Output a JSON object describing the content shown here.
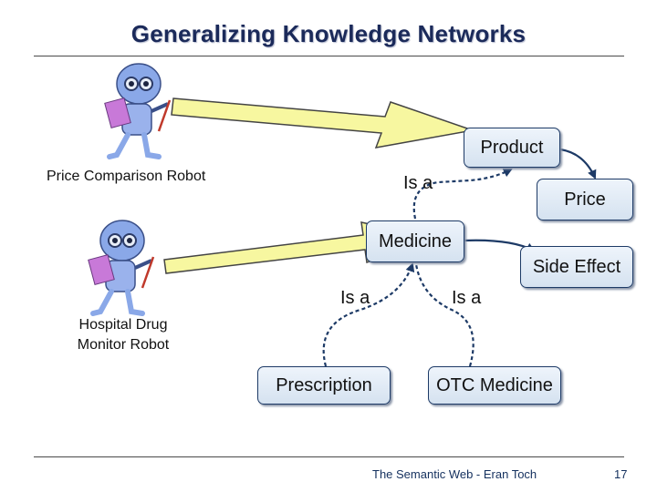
{
  "slide": {
    "title": "Generalizing Knowledge Networks",
    "footer": "The Semantic Web - Eran Toch",
    "page_number": "17"
  },
  "robots": {
    "price_comparison_label": "Price Comparison Robot",
    "hospital_label_line1": "Hospital Drug",
    "hospital_label_line2": "Monitor Robot"
  },
  "nodes": {
    "product": "Product",
    "price": "Price",
    "medicine": "Medicine",
    "side_effect": "Side Effect",
    "prescription": "Prescription",
    "otc_medicine": "OTC Medicine"
  },
  "relations": {
    "isa_top": "Is a",
    "isa_left": "Is a",
    "isa_right": "Is a"
  },
  "colors": {
    "arrow_fill": "#f7f7a0",
    "node_border": "#1d3a66",
    "title_color": "#1b2a5a",
    "robot_body": "#8aa8e8"
  }
}
